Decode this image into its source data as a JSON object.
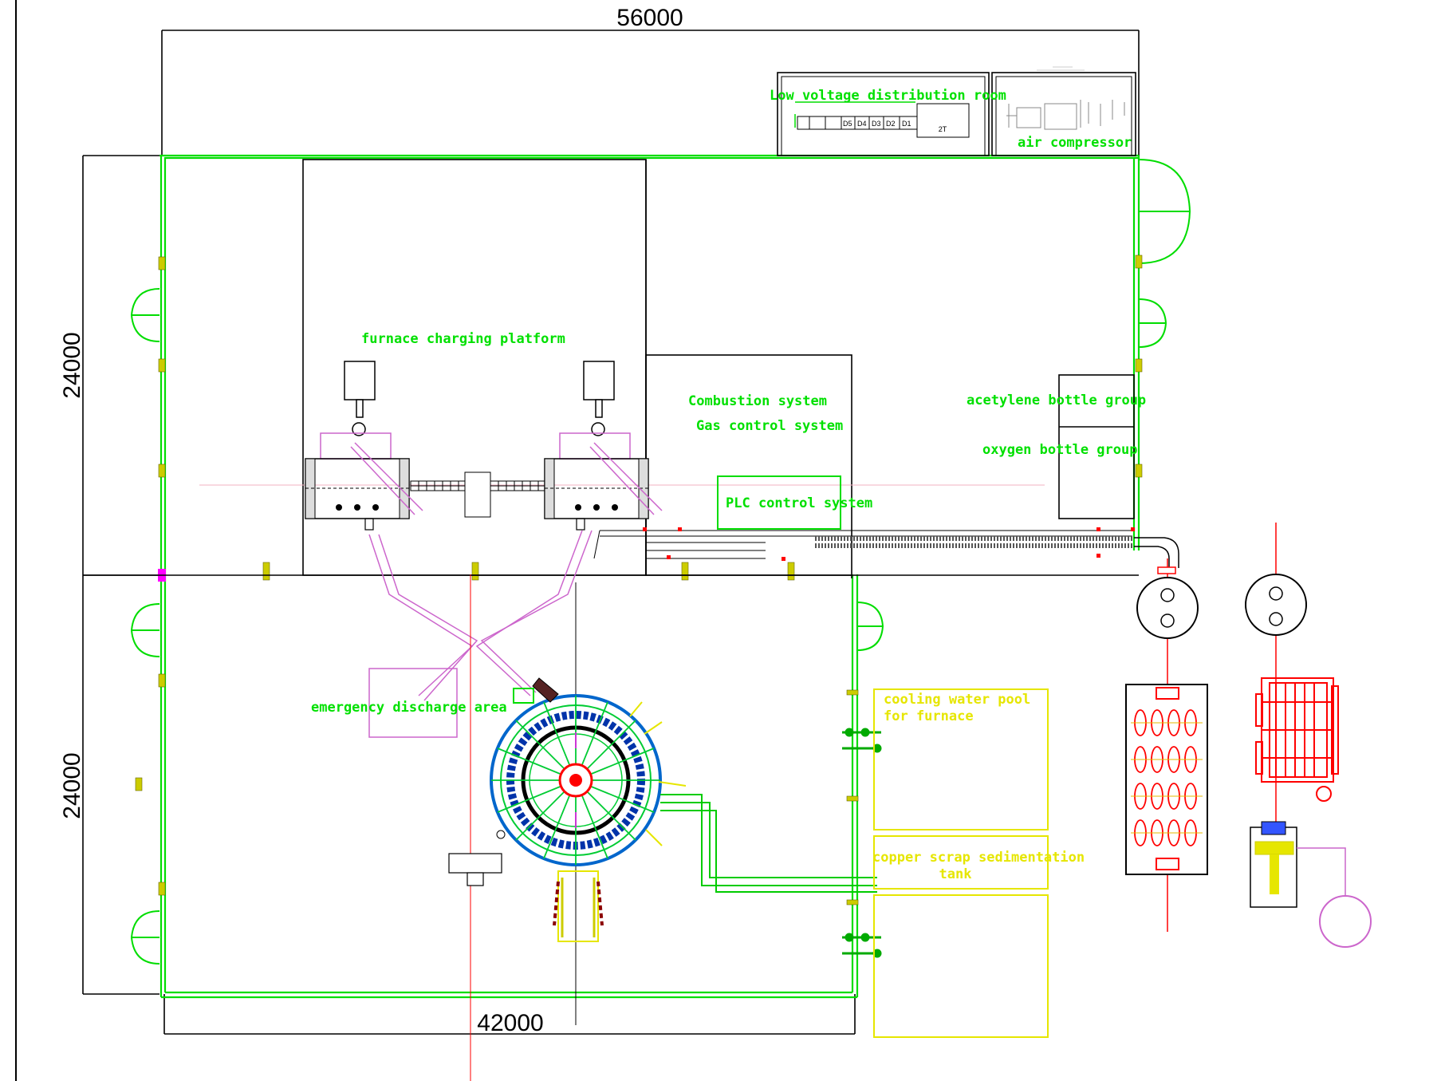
{
  "dimensions": {
    "top_width": "56000",
    "left_upper_height": "24000",
    "left_lower_height": "24000",
    "bottom_width": "42000"
  },
  "labels": {
    "low_voltage_room": "Low voltage distribution room",
    "air_compressor": "air compressor",
    "furnace_charging_platform": "furnace charging platform",
    "combustion_system": "Combustion system",
    "gas_control_system": "Gas control system",
    "plc_control_system": "PLC control system",
    "acetylene_bottle_group": "acetylene bottle group",
    "oxygen_bottle_group": "oxygen bottle group",
    "emergency_discharge_area": "emergency discharge area",
    "cooling_water_pool_line1": "cooling water pool",
    "cooling_water_pool_line2": "for furnace",
    "copper_scrap_tank_line1": "copper scrap sedimentation",
    "copper_scrap_tank_line2": "tank"
  },
  "distribution_panels": {
    "cabinets": [
      "D5",
      "D4",
      "D3",
      "D2",
      "D1"
    ],
    "transformer": "2T"
  },
  "colors": {
    "wall": "#00dd00",
    "label": "#00e000",
    "outline": "#000000",
    "pink": "#cc66cc",
    "red": "#ff0000",
    "yellow": "#e6e600",
    "blue": "#0033cc"
  }
}
